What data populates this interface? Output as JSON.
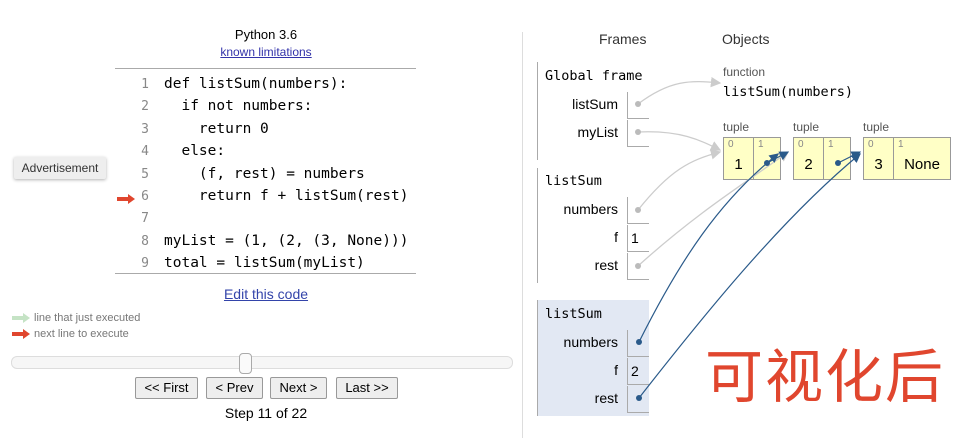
{
  "header": {
    "title": "Python 3.6",
    "limitations_link": "known limitations"
  },
  "code": [
    {
      "n": "1",
      "text": "def listSum(numbers):"
    },
    {
      "n": "2",
      "text": "  if not numbers:"
    },
    {
      "n": "3",
      "text": "    return 0"
    },
    {
      "n": "4",
      "text": "  else:"
    },
    {
      "n": "5",
      "text": "    (f, rest) = numbers"
    },
    {
      "n": "6",
      "text": "    return f + listSum(rest)"
    },
    {
      "n": "7",
      "text": ""
    },
    {
      "n": "8",
      "text": "myList = (1, (2, (3, None)))"
    },
    {
      "n": "9",
      "text": "total = listSum(myList)"
    }
  ],
  "current_line": 6,
  "edit_link": "Edit this code",
  "legend": {
    "just_executed": "line that just executed",
    "next_line": "next line to execute",
    "colors": {
      "just_executed": "#c5e3c5",
      "next_line": "#e0462e"
    }
  },
  "tooltip": "Advertisement",
  "slider": {
    "step": 11,
    "total": 22
  },
  "buttons": {
    "first": "<< First",
    "prev": "< Prev",
    "next": "Next >",
    "last": "Last >>"
  },
  "step_text": "Step 11 of 22",
  "viz": {
    "frames_header": "Frames",
    "objects_header": "Objects",
    "global_frame": {
      "title": "Global frame",
      "vars": [
        {
          "name": "listSum",
          "value": ""
        },
        {
          "name": "myList",
          "value": ""
        }
      ]
    },
    "frame1": {
      "title": "listSum",
      "vars": [
        {
          "name": "numbers",
          "value": ""
        },
        {
          "name": "f",
          "value": "1"
        },
        {
          "name": "rest",
          "value": ""
        }
      ]
    },
    "frame2": {
      "title": "listSum",
      "vars": [
        {
          "name": "numbers",
          "value": ""
        },
        {
          "name": "f",
          "value": "2"
        },
        {
          "name": "rest",
          "value": ""
        }
      ]
    },
    "function": {
      "type": "function",
      "name": "listSum(numbers)"
    },
    "tuples": [
      {
        "type": "tuple",
        "cells": [
          {
            "i": "0",
            "v": "1"
          },
          {
            "i": "1",
            "v": ""
          }
        ]
      },
      {
        "type": "tuple",
        "cells": [
          {
            "i": "0",
            "v": "2"
          },
          {
            "i": "1",
            "v": ""
          }
        ]
      },
      {
        "type": "tuple",
        "cells": [
          {
            "i": "0",
            "v": "3"
          },
          {
            "i": "1",
            "v": "None"
          }
        ]
      }
    ]
  },
  "overlay_text": "可视化后"
}
